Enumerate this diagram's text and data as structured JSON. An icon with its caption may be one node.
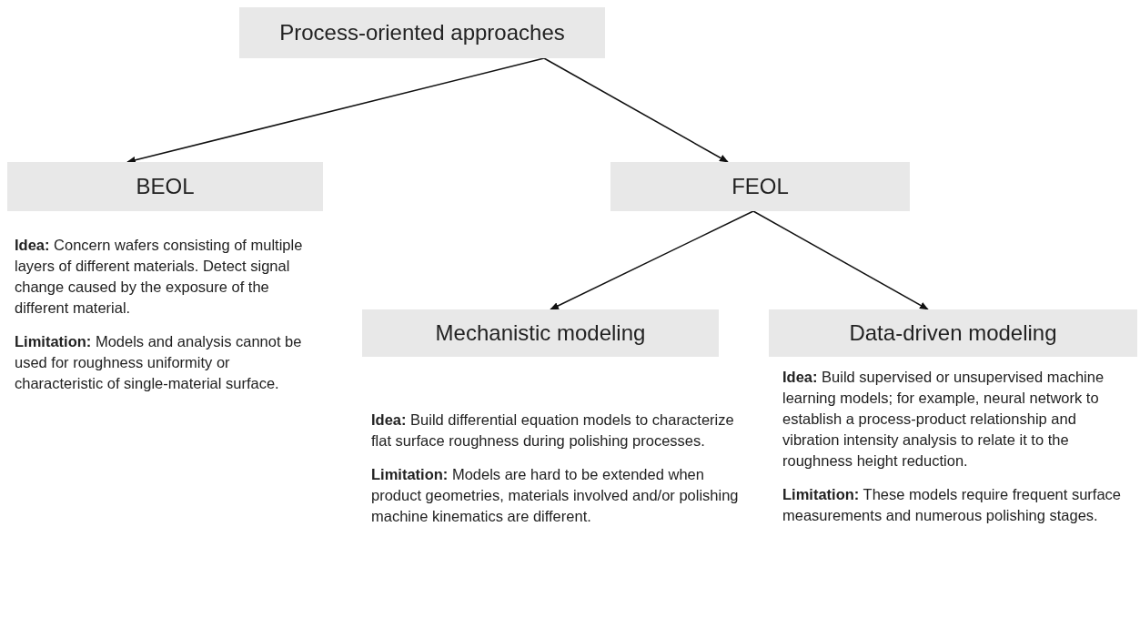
{
  "diagram": {
    "nodes": [
      {
        "text": [
          "Process-oriented approaches"
        ]
      },
      {
        "text": [
          "BEOL"
        ],
        "beside": [
          "**Idea:** Concern wafers consisting of multiple layers of different materials. Detect signal change caused by the exposure of the different material.",
          "**Limitation:** Models and analysis cannot be used for roughness uniformity or characteristic of single-material surface."
        ]
      },
      {
        "text": [
          "FEOL"
        ]
      },
      {
        "text": [
          "Mechanistic modeling"
        ],
        "beside": [
          "**Idea:** Build differential equation models to characterize flat surface roughness during polishing processes.",
          "**Limitation:** Models are hard to be extended when product geometries, materials involved and/or polishing machine kinematics are different."
        ]
      },
      {
        "text": [
          "Data-driven modeling"
        ],
        "beside": [
          "**Idea:** Build supervised or unsupervised machine learning models; for example, neural network to establish a process-product relationship and vibration intensity analysis to relate it to the roughness height reduction.",
          "**Limitation:** These models require frequent surface measurements and numerous polishing stages."
        ]
      }
    ],
    "edges": [
      {
        "from": 0,
        "to": 1,
        "arrow": "to"
      },
      {
        "from": 0,
        "to": 2,
        "arrow": "to"
      },
      {
        "from": 2,
        "to": 3,
        "arrow": "to"
      },
      {
        "from": 2,
        "to": 4,
        "arrow": "to"
      }
    ]
  }
}
